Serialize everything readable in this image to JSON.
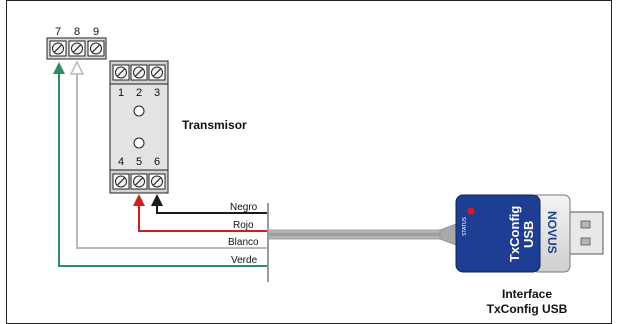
{
  "top_terminals": [
    "7",
    "8",
    "9"
  ],
  "transmitter": {
    "label": "Transmisor",
    "top_terminals": [
      "1",
      "2",
      "3"
    ],
    "bottom_terminals": [
      "4",
      "5",
      "6"
    ]
  },
  "wires": [
    {
      "label": "Negro",
      "color": "#1a1a1a"
    },
    {
      "label": "Rojo",
      "color": "#cc1f1f"
    },
    {
      "label": "Blanco",
      "color": "#b9b9b9"
    },
    {
      "label": "Verde",
      "color": "#2e8b63"
    }
  ],
  "usb_interface": {
    "name_line1": "TxConfig",
    "name_line2": "USB",
    "brand": "NOVUS",
    "status_label": "STATUS",
    "caption_line1": "Interface",
    "caption_line2": "TxConfig USB",
    "body_color": "#1d3e93",
    "led_color": "#d41c1c"
  }
}
